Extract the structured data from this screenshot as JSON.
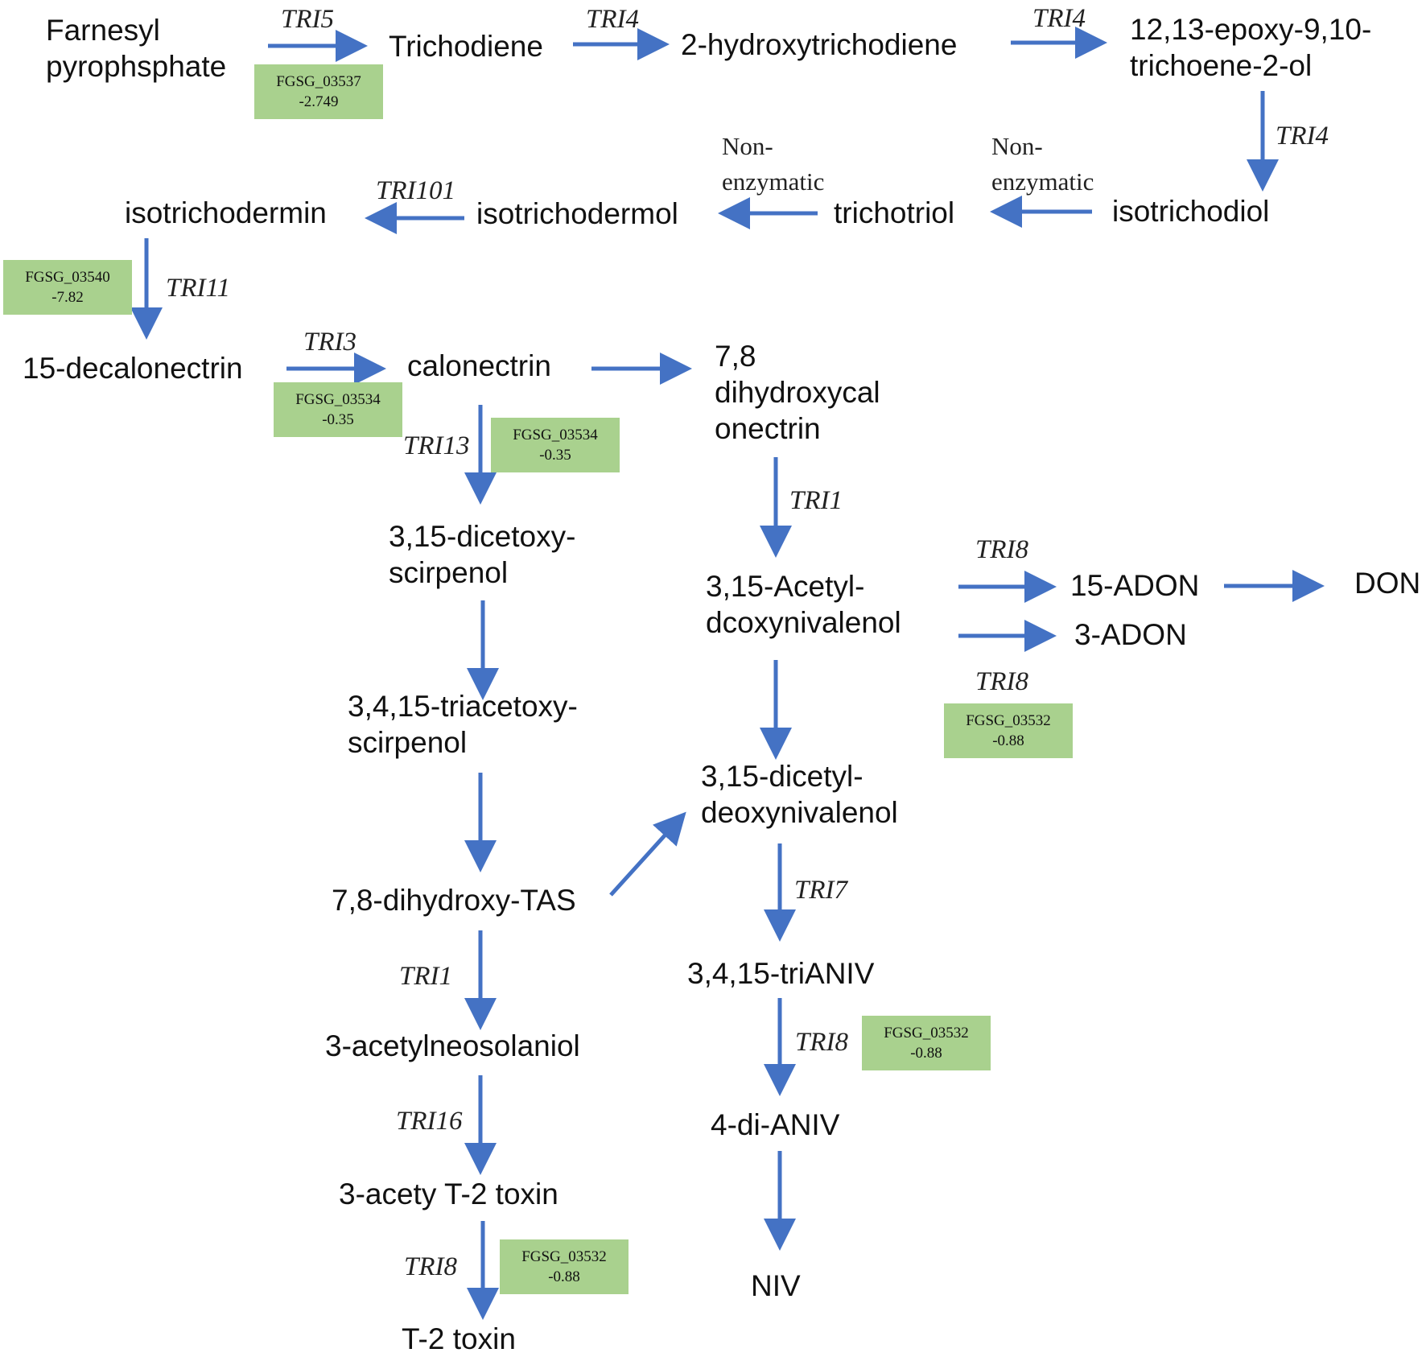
{
  "colors": {
    "arrow": "#4472c4",
    "gene_box": "#a9d18e",
    "text": "#111111"
  },
  "compounds": {
    "farnesyl_pp": [
      "Farnesyl",
      "pyrophsphate"
    ],
    "trichodiene": [
      "Trichodiene"
    ],
    "hydroxytrichodiene": [
      "2-hydroxytrichodiene"
    ],
    "epoxy_trichoene": [
      "12,13-epoxy-9,10-",
      "trichoene-2-ol"
    ],
    "isotrichodiol": [
      "isotrichodiol"
    ],
    "trichotriol": [
      "trichotriol"
    ],
    "isotrichodermol": [
      "isotrichodermol"
    ],
    "isotrichodermin": [
      "isotrichodermin"
    ],
    "decalonectrin": [
      "15-decalonectrin"
    ],
    "calonectrin": [
      "calonectrin"
    ],
    "dihydroxycalonectrin": [
      "7,8",
      "dihydroxycal",
      "onectrin"
    ],
    "dicetoxyscirpenol": [
      "3,15-dicetoxy-",
      "scirpenol"
    ],
    "acetyl_dcoxynivalenol": [
      "3,15-Acetyl-",
      "dcoxynivalenol"
    ],
    "adon15": [
      "15-ADON"
    ],
    "don": [
      "DON"
    ],
    "adon3": [
      "3-ADON"
    ],
    "triacetoxyscirpenol": [
      "3,4,15-triacetoxy-",
      "scirpenol"
    ],
    "dicetyl_deoxynivalenol": [
      "3,15-dicetyl-",
      "deoxynivalenol"
    ],
    "dihydroxy_tas": [
      "7,8-dihydroxy-TAS"
    ],
    "trianiv": [
      "3,4,15-triANIV"
    ],
    "acetylneosolaniol": [
      "3-acetylneosolaniol"
    ],
    "dianiv": [
      "4-di-ANIV"
    ],
    "acety_t2": [
      "3-acety T-2 toxin"
    ],
    "niv": [
      "NIV"
    ],
    "t2_toxin": [
      "T-2 toxin"
    ]
  },
  "enzymes": {
    "tri5": "TRI5",
    "tri4_a": "TRI4",
    "tri4_b": "TRI4",
    "tri4_c": "TRI4",
    "tri101": "TRI101",
    "tri11": "TRI11",
    "tri3": "TRI3",
    "tri13": "TRI13",
    "tri1_a": "TRI1",
    "tri8_a": "TRI8",
    "tri8_b": "TRI8",
    "tri7": "TRI7",
    "tri1_b": "TRI1",
    "tri8_c": "TRI8",
    "tri16": "TRI16",
    "tri8_d": "TRI8"
  },
  "notes": {
    "nonenzymatic_a": [
      "Non-",
      "enzymatic"
    ],
    "nonenzymatic_b": [
      "Non-",
      "enzymatic"
    ]
  },
  "genes": {
    "g03537": {
      "id": "FGSG_03537",
      "value": "-2.749"
    },
    "g03540": {
      "id": "FGSG_03540",
      "value": "-7.82"
    },
    "g03534_a": {
      "id": "FGSG_03534",
      "value": "-0.35"
    },
    "g03534_b": {
      "id": "FGSG_03534",
      "value": "-0.35"
    },
    "g03532_a": {
      "id": "FGSG_03532",
      "value": "-0.88"
    },
    "g03532_b": {
      "id": "FGSG_03532",
      "value": "-0.88"
    },
    "g03532_c": {
      "id": "FGSG_03532",
      "value": "-0.88"
    }
  }
}
